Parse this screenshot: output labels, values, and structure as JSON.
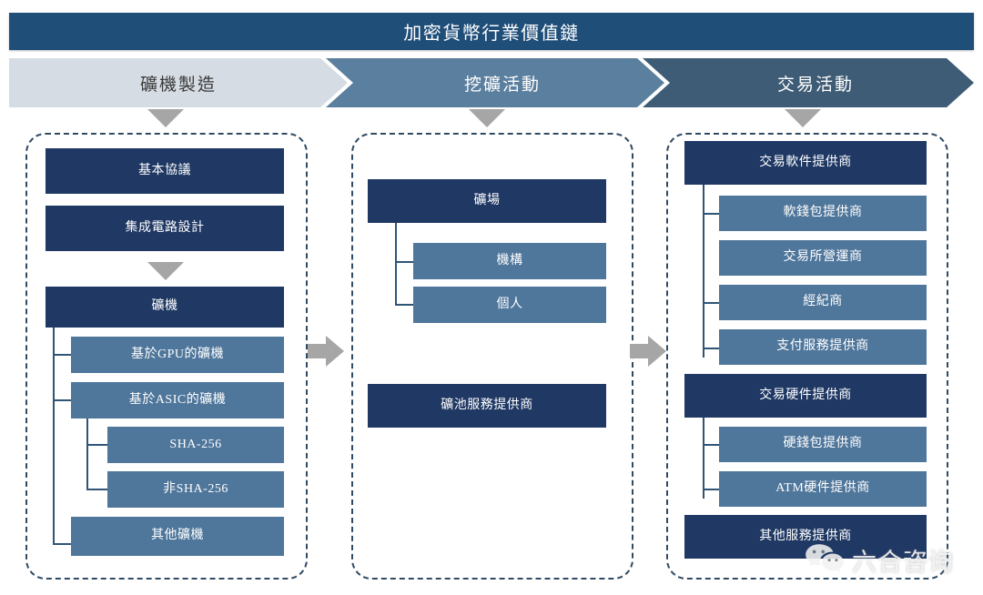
{
  "header": {
    "title": "加密貨幣行業價值鏈"
  },
  "stages": [
    {
      "key": "manufacturing",
      "label": "礦機製造"
    },
    {
      "key": "mining",
      "label": "挖礦活動"
    },
    {
      "key": "trading",
      "label": "交易活動"
    }
  ],
  "columns": {
    "manufacturing": {
      "nodes": {
        "basic_protocol": "基本協議",
        "ic_design": "集成電路設計",
        "mining_machine": "礦機",
        "gpu_miner": "基於GPU的礦機",
        "asic_miner": "基於ASIC的礦機",
        "sha256": "SHA-256",
        "non_sha256": "非SHA-256",
        "other_miner": "其他礦機"
      }
    },
    "mining": {
      "nodes": {
        "mining_farm": "礦場",
        "institution": "機構",
        "individual": "個人",
        "pool_provider": "礦池服務提供商"
      }
    },
    "trading": {
      "nodes": {
        "sw_provider": "交易軟件提供商",
        "soft_wallet": "軟錢包提供商",
        "exchange_op": "交易所營運商",
        "broker": "經紀商",
        "payment_provider": "支付服務提供商",
        "hw_provider": "交易硬件提供商",
        "hard_wallet": "硬錢包提供商",
        "atm_hw": "ATM硬件提供商",
        "other_service": "其他服務提供商"
      }
    }
  },
  "watermark": {
    "text": "六合咨询",
    "icon": "wechat-icon"
  },
  "colors": {
    "title_bar": "#1F4E79",
    "chevron_1": "#D6DCE4",
    "chevron_2": "#5B7F9E",
    "chevron_3": "#3E5C76",
    "node_dark": "#1F3864",
    "node_mid": "#4F769B",
    "arrow_gray": "#A6A6A6",
    "dash_border": "#2F4A63",
    "connector": "#2F5475"
  }
}
